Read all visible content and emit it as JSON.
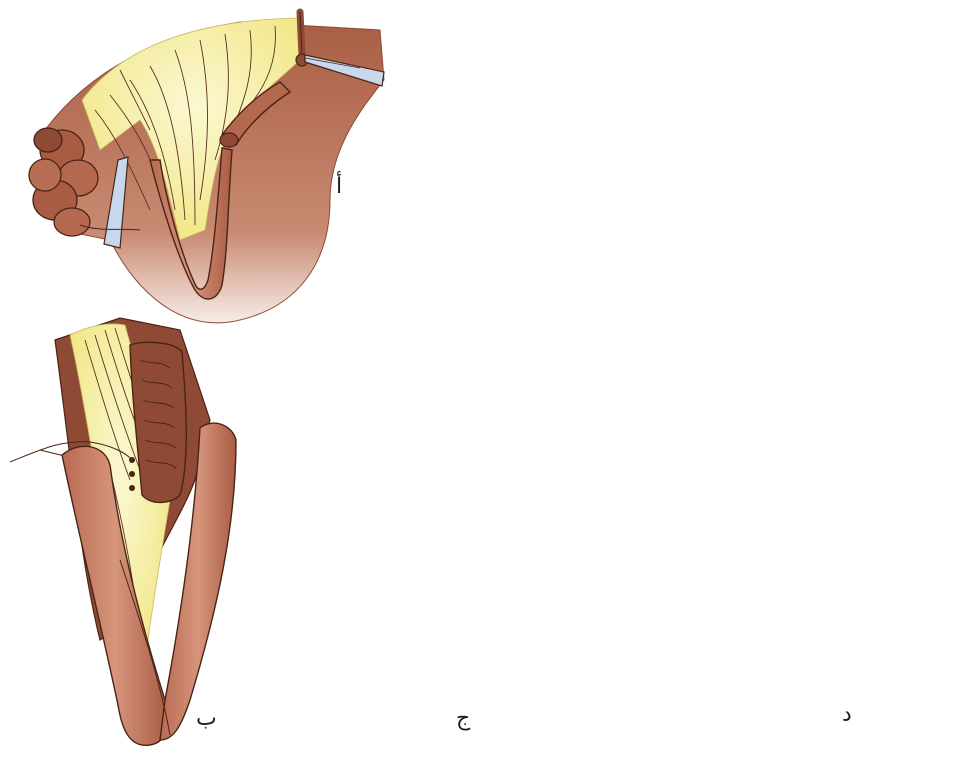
{
  "figure": {
    "panels": [
      {
        "id": "a",
        "label": "أ"
      },
      {
        "id": "b",
        "label": "ب"
      },
      {
        "id": "c",
        "label": "ج"
      },
      {
        "id": "d",
        "label": "د"
      }
    ]
  },
  "colors": {
    "tissue_dark": "#8e4a34",
    "tissue_mid": "#b4684e",
    "tissue_light": "#d4957a",
    "tissue_pale": "#f2e3dc",
    "mesentery_yellow": "#f7f2b0",
    "mesentery_yellow_deep": "#efe47a",
    "outline": "#4a2416",
    "instrument_blue": "#c8d8ec",
    "instrument_steel": "#9fb4cc"
  },
  "icons": [
    "clamp-icon",
    "suture-needle-icon",
    "scissors-icon"
  ]
}
